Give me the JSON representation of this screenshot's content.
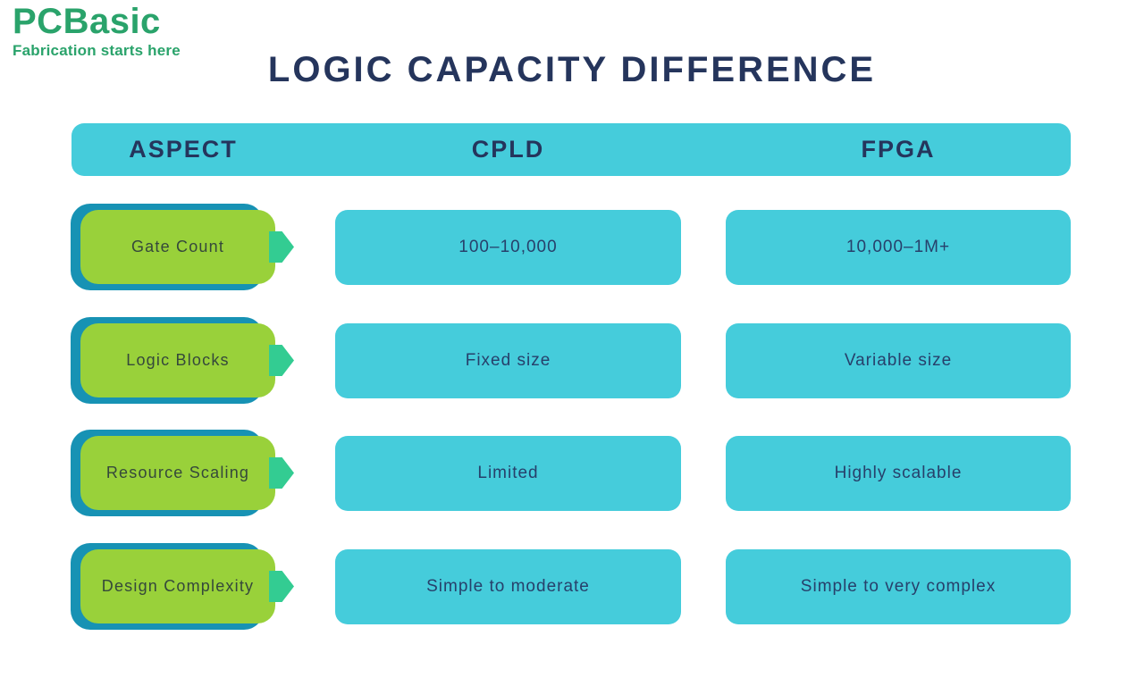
{
  "brand": {
    "name": "PCBasic",
    "tagline": "Fabrication starts here"
  },
  "title": "LOGIC CAPACITY DIFFERENCE",
  "table": {
    "headers": [
      "ASPECT",
      "CPLD",
      "FPGA"
    ],
    "rows": [
      {
        "aspect": "Gate Count",
        "cpld": "100–10,000",
        "fpga": "10,000–1M+"
      },
      {
        "aspect": "Logic Blocks",
        "cpld": "Fixed size",
        "fpga": "Variable size"
      },
      {
        "aspect": "Resource Scaling",
        "cpld": "Limited",
        "fpga": "Highly scalable"
      },
      {
        "aspect": "Design Complexity",
        "cpld": "Simple to moderate",
        "fpga": "Simple to very complex"
      }
    ]
  },
  "icons": {
    "row_pointer": "arrow-right-icon"
  },
  "colors": {
    "brand_green": "#2aa36b",
    "navy": "#25355c",
    "cyan": "#45ccdb",
    "green": "#99d13a",
    "teal": "#1792b4",
    "arrow": "#33cc92",
    "label_text": "#35483b",
    "cell_text": "#27406b"
  }
}
